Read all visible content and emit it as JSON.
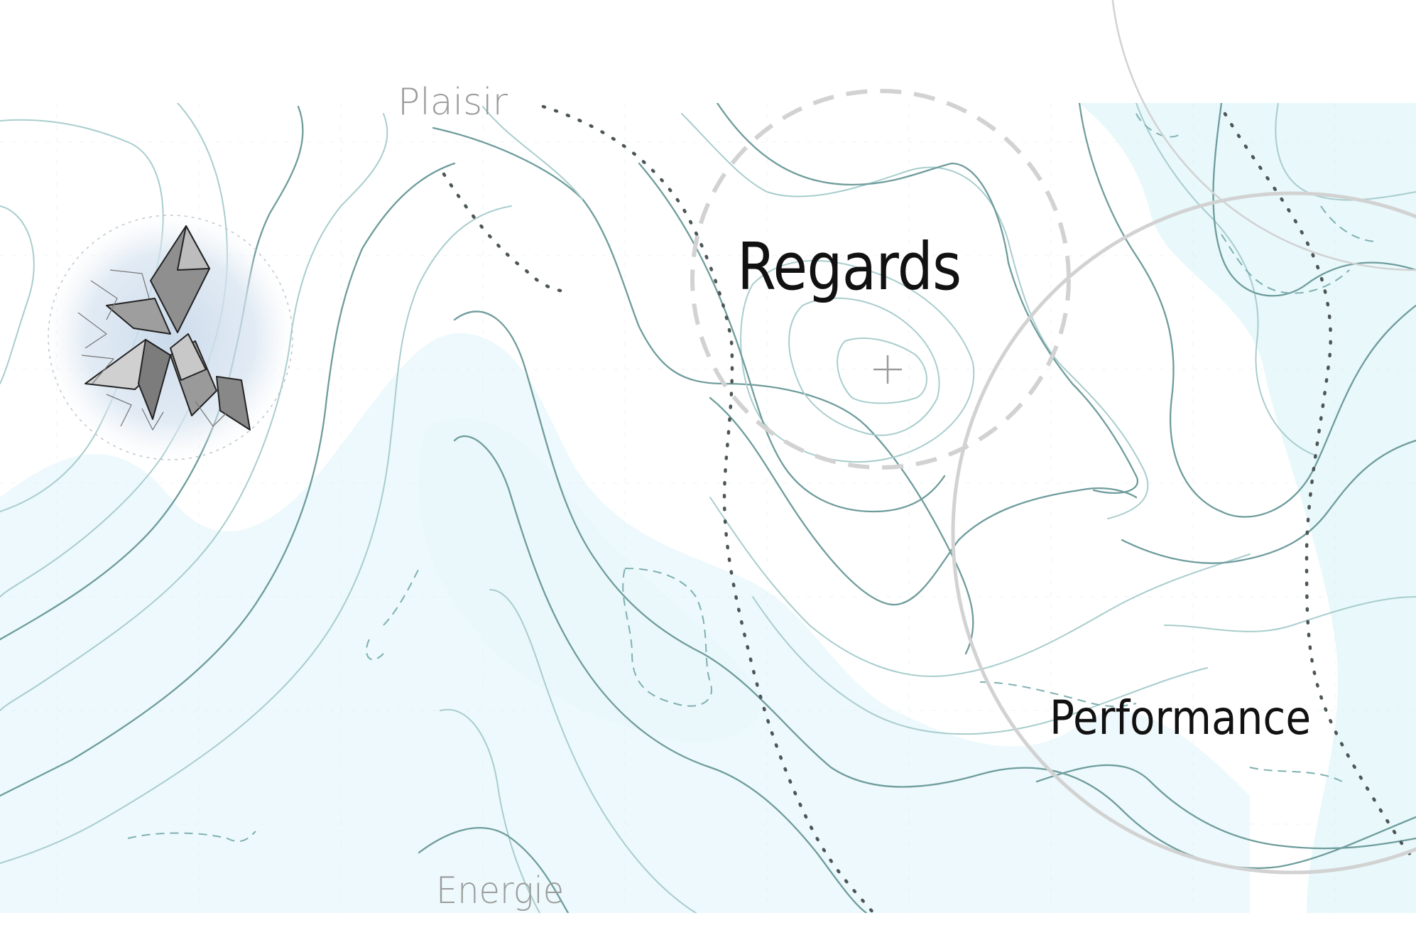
{
  "labels": {
    "plaisir": "Plaisir",
    "regards": "Regards",
    "performance": "Performance",
    "energie": "Energie"
  },
  "colors": {
    "background": "#ffffff",
    "water_tint": "#eaf8fb",
    "contour_dark": "#6f9c9c",
    "contour_light": "#a9cdcd",
    "trail_dotted": "#4d5656",
    "circle_gray": "#d2d2d2",
    "label_dark": "#111111",
    "label_light": "#9b9b9b",
    "crystal_fill": "#8f8f8f",
    "crystal_glow": "#c8d8ea"
  },
  "icons": {
    "crystal": "crystal-cluster-icon",
    "summit": "summit-cross-icon"
  }
}
